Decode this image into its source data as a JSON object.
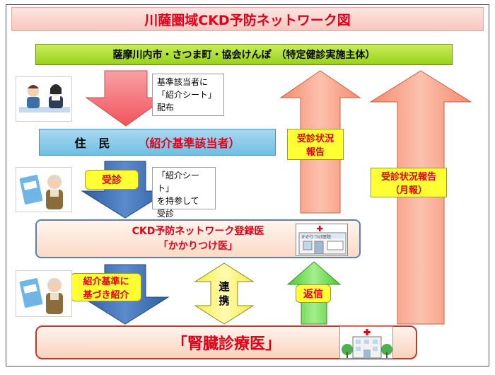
{
  "title": "川薩圏域CKD予防ネットワーク図",
  "top_bar": "薩摩川内市・さつま町・協会けんぽ　（特定健診実施主体）",
  "note_top": [
    "基準該当者に",
    "「紹介シート」",
    "配布"
  ],
  "resident": {
    "name": "住民",
    "sub": "（紹介基準該当者）"
  },
  "label_jushin": "受診",
  "note_middle": [
    "「紹介シート」",
    "を持参して",
    "受診"
  ],
  "ckd": {
    "line1": "CKD予防ネットワーク登録医",
    "line2": "「かかりつけ医」"
  },
  "label_shokai": [
    "紹介基準に",
    "基づき紹介"
  ],
  "label_renkei": [
    "連",
    "携"
  ],
  "label_henshin": "返信",
  "label_status1": [
    "受診状況",
    "報告"
  ],
  "label_status2": [
    "受診状況報告",
    "（月報）"
  ],
  "jinzo": "「腎臓診療医」",
  "clinic_sign": "かかりつけ医院",
  "colors": {
    "title_red": "#e0001a",
    "green_bar": "#98d21b",
    "blue_bar": "#6fbfe2",
    "yellow": "#ffff33",
    "orange_arrow": "#f6a189",
    "blue_arrow": "#3f6fb0",
    "pink_arrow": "#f26d73",
    "green_arrow": "#6ad84a"
  }
}
